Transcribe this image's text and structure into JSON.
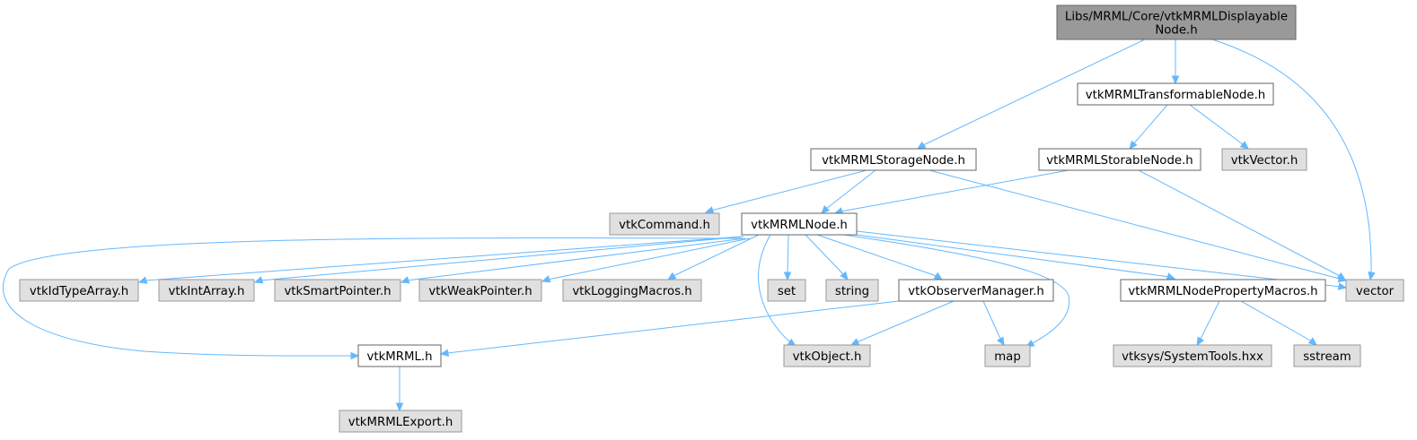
{
  "diagram": {
    "colors": {
      "root_fill": "#999999",
      "root_stroke": "#666666",
      "internal_fill": "#ffffff",
      "internal_stroke": "#666666",
      "external_fill": "#e0e0e0",
      "external_stroke": "#999999",
      "edge": "#63b8ff"
    },
    "nodes": [
      {
        "id": "root",
        "kind": "root",
        "lines": [
          "Libs/MRML/Core/vtkMRMLDisplayable",
          "Node.h"
        ]
      },
      {
        "id": "transformable",
        "kind": "internal",
        "lines": [
          "vtkMRMLTransformableNode.h"
        ]
      },
      {
        "id": "storage",
        "kind": "internal",
        "lines": [
          "vtkMRMLStorageNode.h"
        ]
      },
      {
        "id": "storable",
        "kind": "internal",
        "lines": [
          "vtkMRMLStorableNode.h"
        ]
      },
      {
        "id": "vtkvector",
        "kind": "external",
        "lines": [
          "vtkVector.h"
        ]
      },
      {
        "id": "vtkcommand",
        "kind": "external",
        "lines": [
          "vtkCommand.h"
        ]
      },
      {
        "id": "mrmlnode",
        "kind": "internal",
        "lines": [
          "vtkMRMLNode.h"
        ]
      },
      {
        "id": "idtype",
        "kind": "external",
        "lines": [
          "vtkIdTypeArray.h"
        ]
      },
      {
        "id": "intarray",
        "kind": "external",
        "lines": [
          "vtkIntArray.h"
        ]
      },
      {
        "id": "smartptr",
        "kind": "external",
        "lines": [
          "vtkSmartPointer.h"
        ]
      },
      {
        "id": "weakptr",
        "kind": "external",
        "lines": [
          "vtkWeakPointer.h"
        ]
      },
      {
        "id": "logging",
        "kind": "external",
        "lines": [
          "vtkLoggingMacros.h"
        ]
      },
      {
        "id": "set",
        "kind": "external",
        "lines": [
          "set"
        ]
      },
      {
        "id": "string",
        "kind": "external",
        "lines": [
          "string"
        ]
      },
      {
        "id": "observer",
        "kind": "internal",
        "lines": [
          "vtkObserverManager.h"
        ]
      },
      {
        "id": "propmacros",
        "kind": "internal",
        "lines": [
          "vtkMRMLNodePropertyMacros.h"
        ]
      },
      {
        "id": "vector",
        "kind": "external",
        "lines": [
          "vector"
        ]
      },
      {
        "id": "vtkmrml",
        "kind": "internal",
        "lines": [
          "vtkMRML.h"
        ]
      },
      {
        "id": "vtkobject",
        "kind": "external",
        "lines": [
          "vtkObject.h"
        ]
      },
      {
        "id": "map",
        "kind": "external",
        "lines": [
          "map"
        ]
      },
      {
        "id": "systools",
        "kind": "external",
        "lines": [
          "vtksys/SystemTools.hxx"
        ]
      },
      {
        "id": "sstream",
        "kind": "external",
        "lines": [
          "sstream"
        ]
      },
      {
        "id": "mrmlexport",
        "kind": "external",
        "lines": [
          "vtkMRMLExport.h"
        ]
      }
    ],
    "edges": [
      [
        "root",
        "storage"
      ],
      [
        "root",
        "transformable"
      ],
      [
        "root",
        "vector"
      ],
      [
        "transformable",
        "storable"
      ],
      [
        "transformable",
        "vtkvector"
      ],
      [
        "storage",
        "vtkcommand"
      ],
      [
        "storage",
        "mrmlnode"
      ],
      [
        "storage",
        "vector"
      ],
      [
        "storable",
        "mrmlnode"
      ],
      [
        "storable",
        "vector"
      ],
      [
        "mrmlnode",
        "vtkmrml"
      ],
      [
        "mrmlnode",
        "idtype"
      ],
      [
        "mrmlnode",
        "intarray"
      ],
      [
        "mrmlnode",
        "smartptr"
      ],
      [
        "mrmlnode",
        "weakptr"
      ],
      [
        "mrmlnode",
        "logging"
      ],
      [
        "mrmlnode",
        "vtkobject"
      ],
      [
        "mrmlnode",
        "set"
      ],
      [
        "mrmlnode",
        "string"
      ],
      [
        "mrmlnode",
        "observer"
      ],
      [
        "mrmlnode",
        "map"
      ],
      [
        "mrmlnode",
        "propmacros"
      ],
      [
        "mrmlnode",
        "vector"
      ],
      [
        "observer",
        "vtkmrml"
      ],
      [
        "observer",
        "vtkobject"
      ],
      [
        "observer",
        "map"
      ],
      [
        "propmacros",
        "systools"
      ],
      [
        "propmacros",
        "sstream"
      ],
      [
        "vtkmrml",
        "mrmlexport"
      ]
    ]
  }
}
